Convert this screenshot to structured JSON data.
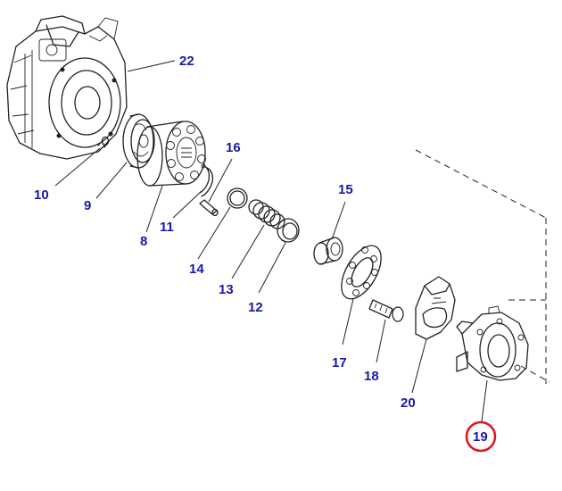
{
  "parts": [
    {
      "id": "part-22",
      "number": "22"
    },
    {
      "id": "part-16",
      "number": "16"
    },
    {
      "id": "part-10",
      "number": "10"
    },
    {
      "id": "part-9",
      "number": "9"
    },
    {
      "id": "part-8",
      "number": "8"
    },
    {
      "id": "part-11",
      "number": "11"
    },
    {
      "id": "part-15",
      "number": "15"
    },
    {
      "id": "part-14",
      "number": "14"
    },
    {
      "id": "part-13",
      "number": "13"
    },
    {
      "id": "part-12",
      "number": "12"
    },
    {
      "id": "part-17",
      "number": "17"
    },
    {
      "id": "part-18",
      "number": "18"
    },
    {
      "id": "part-20",
      "number": "20"
    },
    {
      "id": "part-19",
      "number": "19"
    }
  ],
  "highlighted_part": "19",
  "colors": {
    "callout_text": "#1a1aa8",
    "highlight_ring": "#e0141e",
    "line_art": "#222222"
  }
}
